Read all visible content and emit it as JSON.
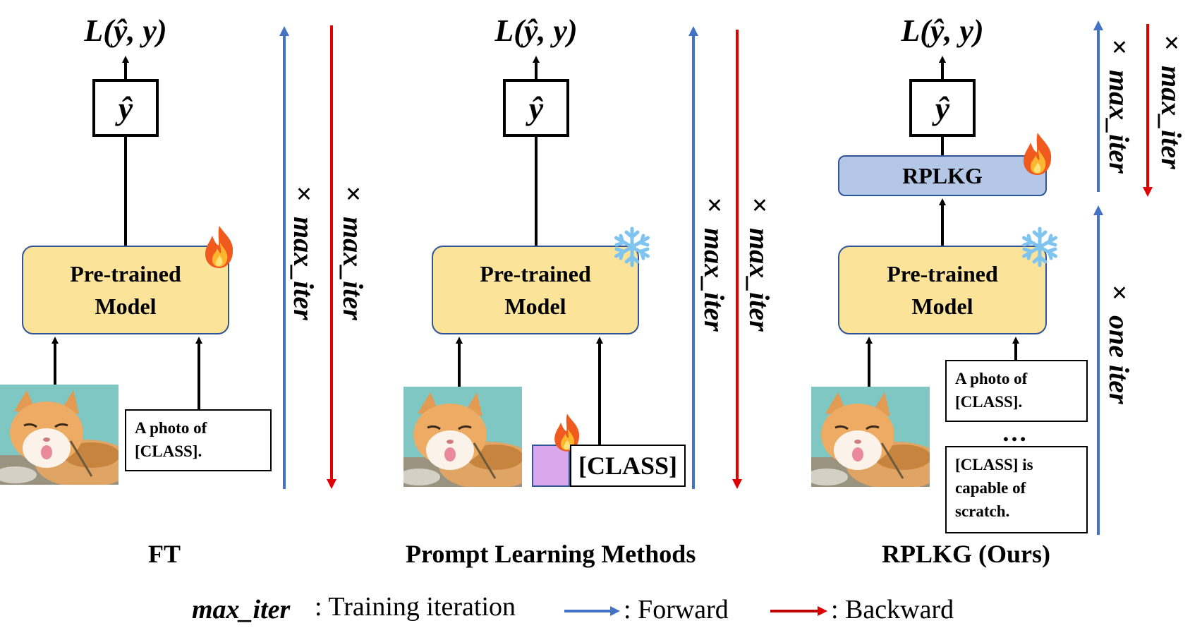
{
  "colors": {
    "forward": "#4472c4",
    "backward": "#e00000",
    "model_fill": "#fbe49a",
    "rplkg_fill": "#b4c7e7",
    "prompt_fill": "#d9a8ec",
    "outline_blue": "#2f5597"
  },
  "panels": {
    "ft": {
      "loss": "L(ŷ, y)",
      "output": "ŷ",
      "model_line1": "Pre-trained",
      "model_line2": "Model",
      "model_icon": "fire-icon",
      "text_line1": "A photo of",
      "text_line2": "[CLASS].",
      "side_fwd": "× max_iter",
      "side_bwd": "× max_iter",
      "caption": "FT"
    },
    "prompt": {
      "loss": "L(ŷ, y)",
      "output": "ŷ",
      "model_line1": "Pre-trained",
      "model_line2": "Model",
      "model_icon": "snowflake-icon",
      "prompt_icon": "fire-icon",
      "class_token": "[CLASS]",
      "side_fwd": "× max_iter",
      "side_bwd": "× max_iter",
      "caption": "Prompt Learning Methods"
    },
    "rplkg": {
      "loss": "L(ŷ, y)",
      "output": "ŷ",
      "rplkg_label": "RPLKG",
      "rplkg_icon": "fire-icon",
      "model_line1": "Pre-trained",
      "model_line2": "Model",
      "model_icon": "snowflake-icon",
      "text1_line1": "A photo of",
      "text1_line2": "[CLASS].",
      "ellipsis": "…",
      "text2_line1": "[CLASS] is",
      "text2_line2": "capable of",
      "text2_line3": "scratch.",
      "top_fwd": "× max_iter",
      "top_bwd": "× max_iter",
      "bottom_fwd": "× one iter",
      "caption": "RPLKG (Ours)"
    }
  },
  "legend": {
    "term": "max_iter",
    "term_desc": ": Training iteration",
    "forward": ": Forward",
    "backward": ": Backward"
  }
}
